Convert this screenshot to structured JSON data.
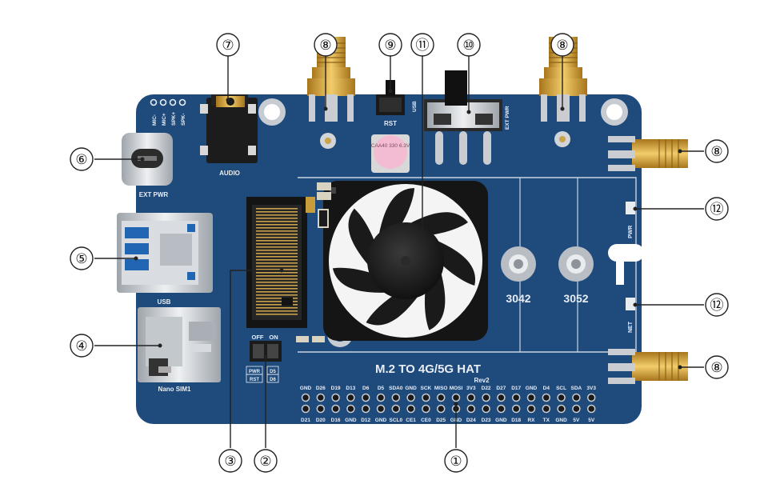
{
  "board": {
    "title": "M.2 TO 4G/5G HAT",
    "revision": "Rev2",
    "silkscreen": {
      "usb_label": "USB",
      "ext_pwr_label": "EXT PWR",
      "audio_label": "AUDIO",
      "usb_port_label": "USB",
      "nano_sim_label": "Nano SIM1",
      "rst_label": "RST",
      "usb_switch_label": "USB",
      "ext_pwr_switch_label": "EXT PWR",
      "mic_minus": "MIC-",
      "mic_plus": "MIC+",
      "spk_plus": "SPK+",
      "spk_minus": "SPK-",
      "off_label": "OFF",
      "on_label": "ON",
      "pwr_label": "PWR",
      "net_label": "NET",
      "d5_label": "D5",
      "d6_label": "D6",
      "pwr_rst_pwr": "PWR",
      "pwr_rst_rst": "RST",
      "slot_3042": "3042",
      "slot_3052": "3052",
      "capacitor_text": "CAA40 330 6.3V"
    },
    "gpio_top": [
      "GND",
      "D26",
      "D19",
      "D13",
      "D6",
      "D5",
      "SDA0",
      "GND",
      "SCK",
      "MISO",
      "MOSI",
      "3V3",
      "D22",
      "D27",
      "D17",
      "GND",
      "D4",
      "SCL",
      "SDA",
      "3V3"
    ],
    "gpio_bottom": [
      "D21",
      "D20",
      "D16",
      "GND",
      "D12",
      "GND",
      "SCL0",
      "CE1",
      "CE0",
      "D25",
      "GND",
      "D24",
      "D23",
      "GND",
      "D18",
      "RX",
      "TX",
      "GND",
      "5V",
      "5V"
    ]
  },
  "callouts": [
    {
      "id": "1",
      "label": "①"
    },
    {
      "id": "2",
      "label": "②"
    },
    {
      "id": "3",
      "label": "③"
    },
    {
      "id": "4",
      "label": "④"
    },
    {
      "id": "5",
      "label": "⑤"
    },
    {
      "id": "6",
      "label": "⑥"
    },
    {
      "id": "7",
      "label": "⑦"
    },
    {
      "id": "8a",
      "label": "⑧"
    },
    {
      "id": "8b",
      "label": "⑧"
    },
    {
      "id": "8c",
      "label": "⑧"
    },
    {
      "id": "8d",
      "label": "⑧"
    },
    {
      "id": "9",
      "label": "⑨"
    },
    {
      "id": "10",
      "label": "⑩"
    },
    {
      "id": "11",
      "label": "⑪"
    },
    {
      "id": "12a",
      "label": "⑫"
    },
    {
      "id": "12b",
      "label": "⑫"
    }
  ],
  "colors": {
    "pcb": "#1f4a7c",
    "pcb_dark": "#173d68",
    "silk": "#e8eef6",
    "gold": "#d4a23a",
    "metal": "#c9cdd2"
  }
}
